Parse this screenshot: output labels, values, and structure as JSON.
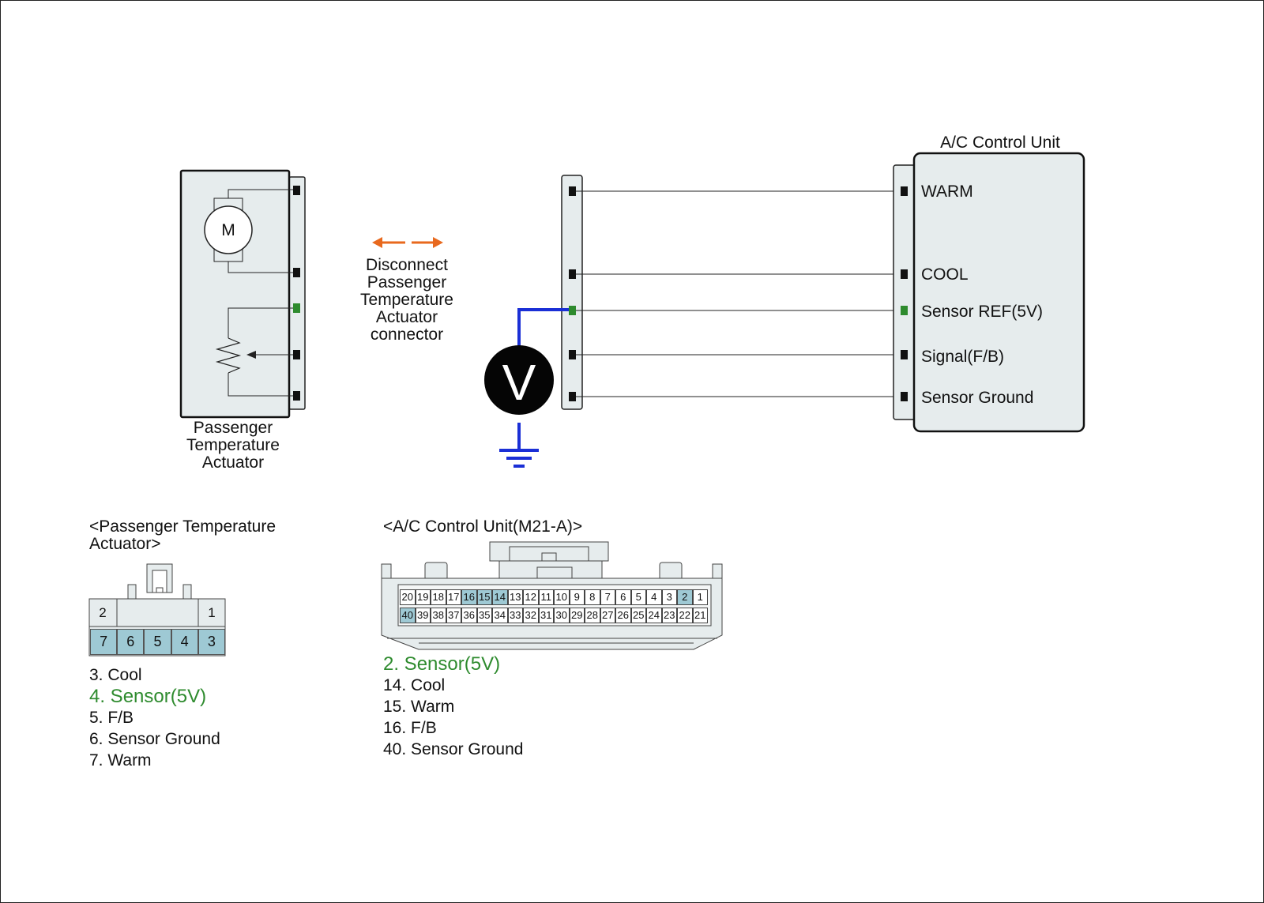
{
  "diagram": {
    "acu_title": "A/C Control Unit",
    "acu_pins": [
      {
        "label": "WARM",
        "highlight": false
      },
      {
        "label": "COOL",
        "highlight": false
      },
      {
        "label": "Sensor REF(5V)",
        "highlight": true
      },
      {
        "label": "Signal(F/B)",
        "highlight": false
      },
      {
        "label": "Sensor Ground",
        "highlight": false
      }
    ],
    "actuator_label": "Passenger\nTemperature\nActuator",
    "motor_symbol": "M",
    "meter_symbol": "V",
    "disconnect_note": "Disconnect\nPassenger\nTemperature\nActuator\nconnector",
    "arrow_icon": "double-arrow-icon",
    "colors": {
      "probe_wire": "#1a2fd6",
      "sensor_highlight": "#2e8b2e",
      "disconnect_arrow": "#e8691e",
      "panel_fill": "#e6eced",
      "pin_highlight": "#9ec9d4"
    }
  },
  "actuator_connector": {
    "title": "<Passenger Temperature\nActuator>",
    "top_row": [
      "2",
      "1"
    ],
    "bottom_row": [
      "7",
      "6",
      "5",
      "4",
      "3"
    ],
    "pins": [
      {
        "text": "3. Cool",
        "highlight": false
      },
      {
        "text": "4. Sensor(5V)",
        "highlight": true
      },
      {
        "text": "5. F/B",
        "highlight": false
      },
      {
        "text": "6. Sensor Ground",
        "highlight": false
      },
      {
        "text": "7. Warm",
        "highlight": false
      }
    ]
  },
  "acu_connector": {
    "title": "<A/C Control Unit(M21-A)>",
    "top_row": [
      "20",
      "19",
      "18",
      "17",
      "16",
      "15",
      "14",
      "13",
      "12",
      "11",
      "10",
      "9",
      "8",
      "7",
      "6",
      "5",
      "4",
      "3",
      "2",
      "1"
    ],
    "bottom_row": [
      "40",
      "39",
      "38",
      "37",
      "36",
      "35",
      "34",
      "33",
      "32",
      "31",
      "30",
      "29",
      "28",
      "27",
      "26",
      "25",
      "24",
      "23",
      "22",
      "21"
    ],
    "highlighted": [
      "16",
      "15",
      "14",
      "2",
      "40"
    ],
    "pins": [
      {
        "text": "2. Sensor(5V)",
        "highlight": true
      },
      {
        "text": "14. Cool",
        "highlight": false
      },
      {
        "text": "15. Warm",
        "highlight": false
      },
      {
        "text": "16. F/B",
        "highlight": false
      },
      {
        "text": "40. Sensor Ground",
        "highlight": false
      }
    ]
  }
}
